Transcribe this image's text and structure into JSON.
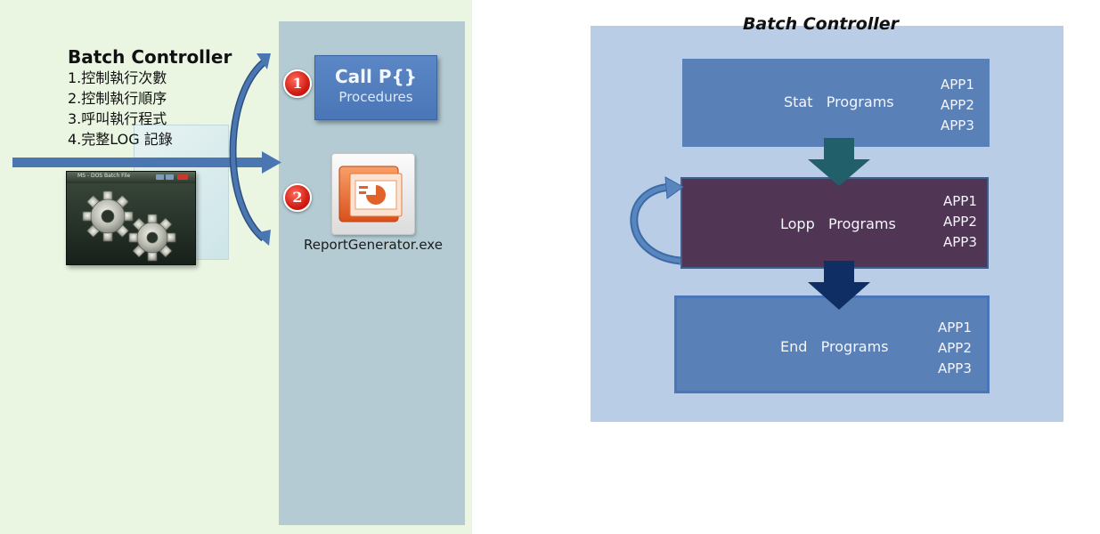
{
  "left": {
    "title": "Batch Controller",
    "items": [
      "1.控制執行次數",
      "2.控制執行順序",
      "3.呼叫執行程式",
      "4.完整LOG 記錄"
    ],
    "batch_icon": {
      "window_title": "MS - DOS Batch File",
      "icon": "gears-icon"
    },
    "steps": [
      {
        "number": "1",
        "title": "Call P{}",
        "subtitle": "Procedures"
      },
      {
        "number": "2",
        "label": "ReportGenerator.exe",
        "icon": "powerpoint-icon"
      }
    ]
  },
  "right": {
    "title": "Batch Controller",
    "stages": [
      {
        "label": "Stat   Programs",
        "apps": [
          "APP1",
          "APP2",
          "APP3"
        ]
      },
      {
        "label": "Lopp   Programs",
        "apps": [
          "APP1",
          "APP2",
          "APP3"
        ]
      },
      {
        "label": "End   Programs",
        "apps": [
          "APP1",
          "APP2",
          "APP3"
        ]
      }
    ]
  },
  "colors": {
    "left_background": "#eaf5e2",
    "procedure_column": "#b4cbd3",
    "arrow_blue": "#4a77b2",
    "stage_blue": "#5a80b8",
    "loop_stage": "#503554",
    "down_arrow_teal": "#21606a",
    "down_arrow_navy": "#0f2e63",
    "badge_red": "#d21d14"
  }
}
